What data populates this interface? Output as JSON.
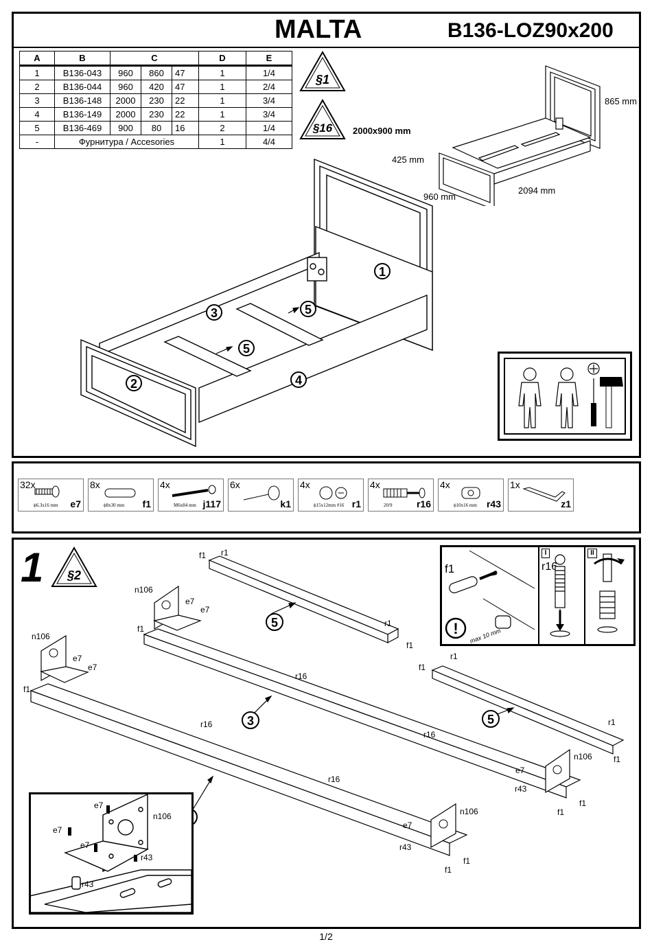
{
  "header": {
    "title": "MALTA",
    "code": "B136-LOZ90x200"
  },
  "parts_table": {
    "headers": [
      "A",
      "B",
      "C",
      "D",
      "E"
    ],
    "rows": [
      {
        "a": "1",
        "b": "B136-043",
        "c1": "960",
        "c2": "860",
        "c3": "47",
        "d": "1",
        "e": "1/4"
      },
      {
        "a": "2",
        "b": "B136-044",
        "c1": "960",
        "c2": "420",
        "c3": "47",
        "d": "1",
        "e": "2/4"
      },
      {
        "a": "3",
        "b": "B136-148",
        "c1": "2000",
        "c2": "230",
        "c3": "22",
        "d": "1",
        "e": "3/4"
      },
      {
        "a": "4",
        "b": "B136-149",
        "c1": "2000",
        "c2": "230",
        "c3": "22",
        "d": "1",
        "e": "3/4"
      },
      {
        "a": "5",
        "b": "B136-469",
        "c1": "900",
        "c2": "80",
        "c3": "16",
        "d": "2",
        "e": "1/4"
      }
    ],
    "accessories_row": {
      "a": "-",
      "b": "Фурнитура / Accesories",
      "d": "1",
      "e": "4/4"
    }
  },
  "warnings": {
    "w1": "§1",
    "w16": "§16",
    "w2": "§2"
  },
  "scale_label": "2000x900 mm",
  "dimensions": {
    "height": "865 mm",
    "foot_height": "425 mm",
    "width": "960 mm",
    "length": "2094 mm"
  },
  "parts_labels": {
    "p1": "1",
    "p2": "2",
    "p3": "3",
    "p4": "4",
    "p5": "5"
  },
  "hardware": [
    {
      "qty": "32x",
      "code": "e7",
      "size": "ϕ6.3x16 mm"
    },
    {
      "qty": "8x",
      "code": "f1",
      "size": "ϕ8x30 mm"
    },
    {
      "qty": "4x",
      "code": "j117",
      "size": "M6x84 mm"
    },
    {
      "qty": "6x",
      "code": "k1",
      "size": ""
    },
    {
      "qty": "4x",
      "code": "r1",
      "size": "ϕ15x12mm  #16"
    },
    {
      "qty": "4x",
      "code": "r16",
      "size": "20/9"
    },
    {
      "qty": "4x",
      "code": "r43",
      "size": "ϕ10x16 mm"
    },
    {
      "qty": "1x",
      "code": "z1",
      "size": ""
    }
  ],
  "step": {
    "number": "1",
    "labels": {
      "f1": "f1",
      "r1": "r1",
      "r16": "r16",
      "e7": "e7",
      "n106": "n106",
      "r43": "r43"
    },
    "inset": {
      "roman1": "I",
      "roman2": "II",
      "max_note": "max 10 mm",
      "f1": "f1",
      "r16": "r16"
    }
  },
  "page": "1/2"
}
